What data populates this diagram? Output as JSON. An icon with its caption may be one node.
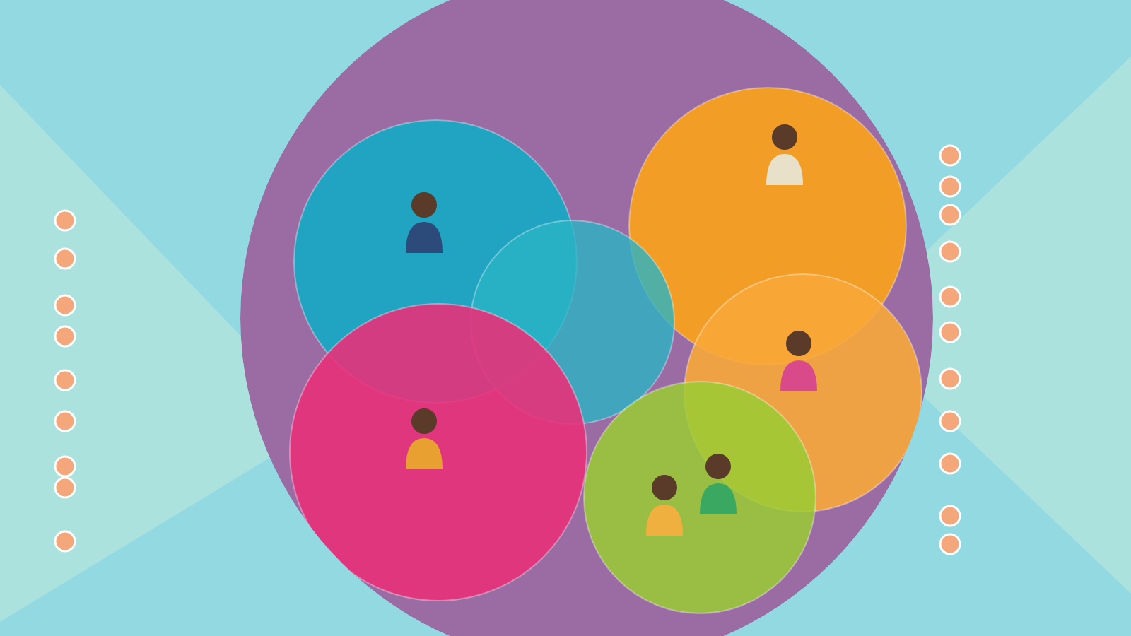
{
  "diagram": {
    "nodes": [
      {
        "text": [],
        "shape": "circle"
      },
      {
        "text": [],
        "shape": "circle",
        "in": 0
      },
      {
        "text": [],
        "shape": "circle",
        "in": 0
      },
      {
        "text": [],
        "shape": "circle",
        "in": 0
      },
      {
        "text": [],
        "shape": "circle",
        "in": 0
      },
      {
        "text": [],
        "shape": "circle",
        "in": 0
      },
      {
        "text": [],
        "shape": "circle",
        "in": 0
      }
    ]
  }
}
